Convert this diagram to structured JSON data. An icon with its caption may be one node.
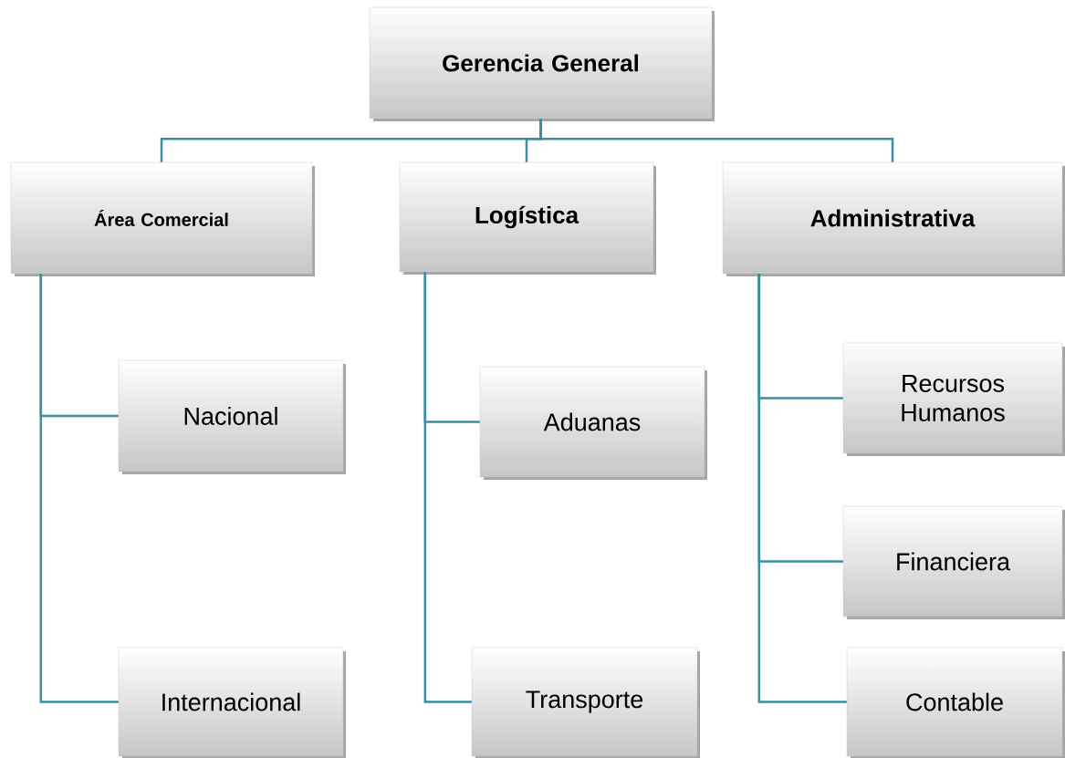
{
  "diagram": {
    "nodes": [
      {
        "text": [
          "Gerencia General"
        ]
      },
      {
        "text": [
          "Área Comercial"
        ]
      },
      {
        "text": [
          "Logística"
        ]
      },
      {
        "text": [
          "Administrativa"
        ]
      },
      {
        "text": [
          "Nacional"
        ]
      },
      {
        "text": [
          "Internacional"
        ]
      },
      {
        "text": [
          "Aduanas"
        ]
      },
      {
        "text": [
          "Transporte"
        ]
      },
      {
        "text": [
          "Recursos Humanos"
        ]
      },
      {
        "text": [
          "Financiera"
        ]
      },
      {
        "text": [
          "Contable"
        ]
      }
    ],
    "edges": [
      {
        "from": 0,
        "to": 1,
        "arrow": "none"
      },
      {
        "from": 0,
        "to": 2,
        "arrow": "none"
      },
      {
        "from": 0,
        "to": 3,
        "arrow": "none"
      },
      {
        "from": 1,
        "to": 4,
        "arrow": "none"
      },
      {
        "from": 1,
        "to": 5,
        "arrow": "none"
      },
      {
        "from": 2,
        "to": 6,
        "arrow": "none"
      },
      {
        "from": 2,
        "to": 7,
        "arrow": "none"
      },
      {
        "from": 3,
        "to": 8,
        "arrow": "none"
      },
      {
        "from": 3,
        "to": 9,
        "arrow": "none"
      },
      {
        "from": 3,
        "to": 10,
        "arrow": "none"
      }
    ]
  }
}
